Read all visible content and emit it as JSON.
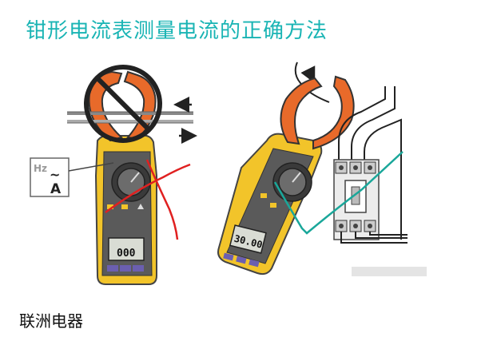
{
  "title": "钳形电流表测量电流的正确方法",
  "footer_text": "联洲电器",
  "meter_left": {
    "display_reading": "000",
    "hz_label": "Hz",
    "tilde_label": "~",
    "amp_label": "A",
    "prohibited": true
  },
  "meter_right": {
    "display_reading": "30.00"
  },
  "colors": {
    "title": "#19b4b4",
    "clamp_jaw": "#e86a2a",
    "meter_body": "#f2c42a",
    "prohibition": "#222222",
    "hand_mark_red": "#e02020",
    "hand_mark_teal": "#1aa79a"
  }
}
